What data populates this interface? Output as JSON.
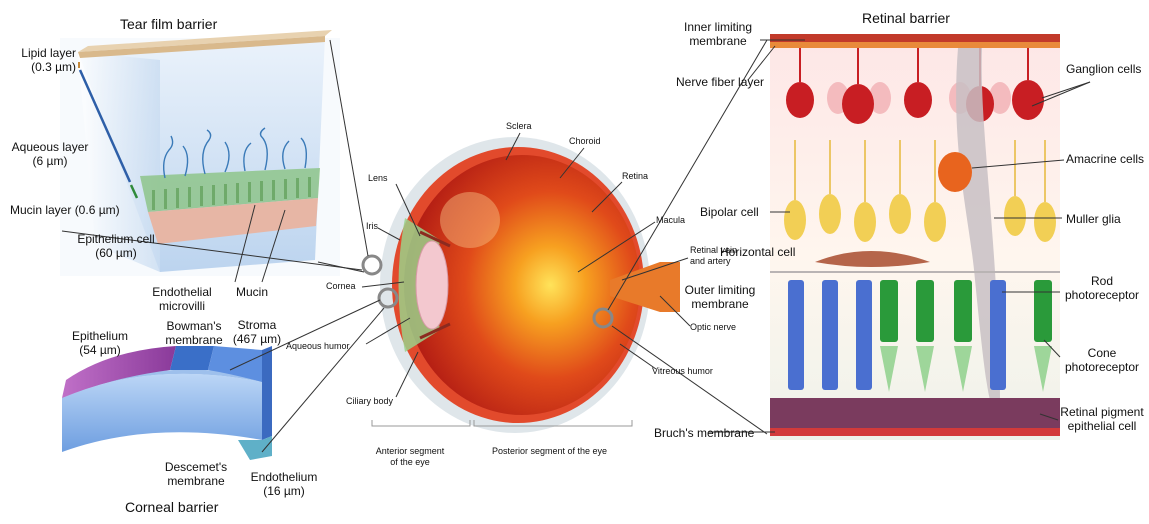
{
  "tear_film": {
    "title": "Tear film barrier",
    "lipid": [
      "Lipid layer",
      "(0.3 µm)"
    ],
    "aqueous": [
      "Aqueous layer",
      "(6 µm)"
    ],
    "mucin_layer": "Mucin layer (0.6 µm)",
    "epithelium_cell": [
      "Epithelium cell",
      "(60 µm)"
    ],
    "microvilli": [
      "Endothelial",
      "microvilli"
    ],
    "mucin": "Mucin"
  },
  "corneal": {
    "title": "Corneal barrier",
    "epithelium": [
      "Epithelium",
      "(54 µm)"
    ],
    "bowman": [
      "Bowman's",
      "membrane"
    ],
    "stroma": [
      "Stroma",
      "(467 µm)"
    ],
    "descemet": [
      "Descemet's",
      "membrane"
    ],
    "endothelium": [
      "Endothelium",
      "(16 µm)"
    ]
  },
  "eye": {
    "sclera": "Sclera",
    "choroid": "Choroid",
    "retina": "Retina",
    "lens": "Lens",
    "iris": "Iris",
    "cornea": "Cornea",
    "macula": "Macula",
    "retinal_vein": [
      "Retinal vein",
      "and artery"
    ],
    "optic_nerve": "Optic nerve",
    "aqueous_humor": "Aqueous humor",
    "vitreous_humor": "Vitreous humor",
    "ciliary_body": "Ciliary body",
    "anterior_segment": [
      "Anterior segment",
      "of the eye"
    ],
    "posterior_segment": "Posterior segment of the eye"
  },
  "retinal": {
    "title": "Retinal barrier",
    "ilm": [
      "Inner limiting",
      "membrane"
    ],
    "nerve_fiber": "Nerve fiber layer",
    "ganglion": "Ganglion cells",
    "amacrine": "Amacrine cells",
    "bipolar": "Bipolar cell",
    "muller": "Muller glia",
    "horizontal": "Horizontal cell",
    "olm": [
      "Outer limiting",
      "membrane"
    ],
    "rod": [
      "Rod",
      "photoreceptor"
    ],
    "cone": [
      "Cone",
      "photoreceptor"
    ],
    "bruch": "Bruch's membrane",
    "rpe": [
      "Retinal pigment",
      "epithelial cell"
    ]
  },
  "colors": {
    "ganglion": "#c81e23",
    "bipolar": "#f2cf55",
    "amacrine": "#e8641e",
    "rod": "#4a6fd0",
    "cone": "#2a9a3a",
    "rpe": "#7a3b5e",
    "muller": "#c8bfc4"
  }
}
